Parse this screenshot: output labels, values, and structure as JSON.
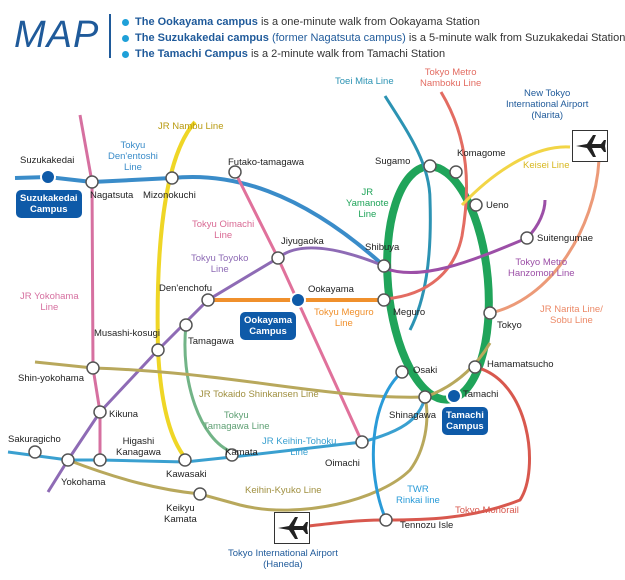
{
  "title": "MAP",
  "legend": [
    {
      "name": "The Ookayama campus",
      "text": " is a one-minute walk from Ookayama Station"
    },
    {
      "name": "The Suzukakedai campus",
      "former": " (former Nagatsuta campus)",
      "text": " is a 5-minute walk from Suzukakedai Station"
    },
    {
      "name": "The Tamachi Campus",
      "text": " is a 2-minute walk from Tamachi Station"
    }
  ],
  "colors": {
    "title": "#1f5a9a",
    "campus_box": "#0e5aa8",
    "lines": {
      "yamanote": "#20a45a",
      "toyoko": "#8e6bb5",
      "denentoshi": "#3a8cc9",
      "oimachi": "#e0719b",
      "meguro": "#f0902c",
      "nambu": "#efd626",
      "yokohama": "#d670a0",
      "keihin_tohoku": "#3aa0d0",
      "tamagawa": "#72b487",
      "mita": "#2c93b3",
      "namboku": "#e36c62",
      "hanzomon": "#9c4fa7",
      "keisei": "#f2d546",
      "narita": "#ec9a78",
      "shinkansen": "#b8a85c",
      "keikyu": "#b8a85c",
      "monorail": "#d8584e",
      "rinkai": "#2a9bd8"
    }
  },
  "stations": {
    "suzukakedai": "Suzukakedai",
    "nagatsuta": "Nagatsuta",
    "mizonokuchi": "Mizonokuchi",
    "futako": "Futako-tamagawa",
    "jiyugaoka": "Jiyugaoka",
    "ookayama": "Ookayama",
    "denenchofu": "Den'enchofu",
    "tamagawa": "Tamagawa",
    "musashi_kosugi": "Musashi-kosugi",
    "shin_yokohama": "Shin-yokohama",
    "kikuna": "Kikuna",
    "sakuragicho": "Sakuragicho",
    "higashi_kanagawa": "Higashi\nKanagawa",
    "yokohama": "Yokohama",
    "kawasaki": "Kawasaki",
    "kamata": "Kamata",
    "oimachi": "Oimachi",
    "keikyu_kamata": "Keikyu\nKamata",
    "tennozu": "Tennozu Isle",
    "shinagawa": "Shinagawa",
    "osaki": "Osaki",
    "tamachi": "Tamachi",
    "hamamatsucho": "Hamamatsucho",
    "meguro": "Meguro",
    "shibuya": "Shibuya",
    "sugamo": "Sugamo",
    "komagome": "Komagome",
    "ueno": "Ueno",
    "suitengumae": "Suitengumae",
    "tokyo": "Tokyo"
  },
  "lines": {
    "nambu": "JR Nambu Line",
    "denentoshi": "Tokyu\nDen'entoshi\nLine",
    "oimachi": "Tokyu Oimachi\nLine",
    "toyoko": "Tokyu Toyoko\nLine",
    "yamanote": "JR\nYamanote\nLine",
    "mita": "Toei Mita Line",
    "namboku": "Tokyo Metro\nNamboku Line",
    "keisei": "Keisei Line",
    "hanzomon": "Tokyo Metro\nHanzomon Line",
    "meguro": "Tokyu Meguro\nLine",
    "narita_sobu": "JR Narita Line/\nSobu Line",
    "yokohama": "JR Yokohama\nLine",
    "shinkansen": "JR Tokaido Shinkansen Line",
    "tamagawa": "Tokyu\nTamagawa Line",
    "keihin_tohoku": "JR Keihin-Tohoku\nLine",
    "keikyu": "Keihin-Kyuko Line",
    "rinkai": "TWR\nRinkai line",
    "monorail": "Tokyo Monorail"
  },
  "campuses": {
    "suzukakedai": "Suzukakedai\nCampus",
    "ookayama": "Ookayama\nCampus",
    "tamachi": "Tamachi\nCampus"
  },
  "airports": {
    "narita": "New Tokyo\nInternational Airport\n(Narita)",
    "haneda": "Tokyo International Airport\n(Haneda)"
  }
}
